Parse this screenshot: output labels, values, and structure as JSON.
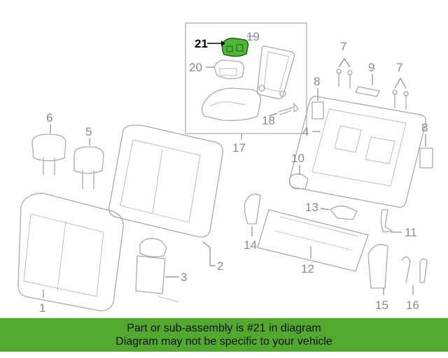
{
  "diagram": {
    "callouts": {
      "c1": "1",
      "c2": "2",
      "c3": "3",
      "c4": "4",
      "c5": "5",
      "c6": "6",
      "c7a": "7",
      "c7b": "7",
      "c8a": "8",
      "c8b": "8",
      "c9": "9",
      "c10": "10",
      "c11": "11",
      "c12": "12",
      "c13": "13",
      "c14": "14",
      "c15": "15",
      "c16": "16",
      "c17": "17",
      "c18": "18",
      "c19": "19",
      "c20": "20",
      "c21": "21"
    },
    "highlight_color": "#4fb83a"
  },
  "banner": {
    "line1": "Part or sub-assembly is #21 in diagram",
    "line2": "Diagram may not be specific to your vehicle",
    "color": "#53a830"
  }
}
